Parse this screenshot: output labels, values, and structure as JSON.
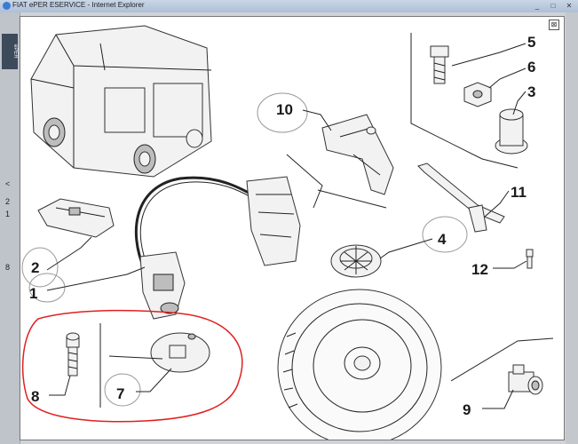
{
  "window": {
    "title": "FIAT ePER ESERVICE - Internet Explorer",
    "min_label": "_",
    "max_label": "□",
    "close_label": "✕"
  },
  "left_panel": {
    "tab_label": "ePER",
    "labels": [
      "2",
      "1",
      "8",
      "<"
    ]
  },
  "popup": {
    "close_label": "⊠"
  },
  "callouts": [
    "1",
    "2",
    "3",
    "4",
    "5",
    "6",
    "7",
    "8",
    "9",
    "10",
    "11",
    "12"
  ],
  "annotation": {
    "color": "#e02020"
  }
}
